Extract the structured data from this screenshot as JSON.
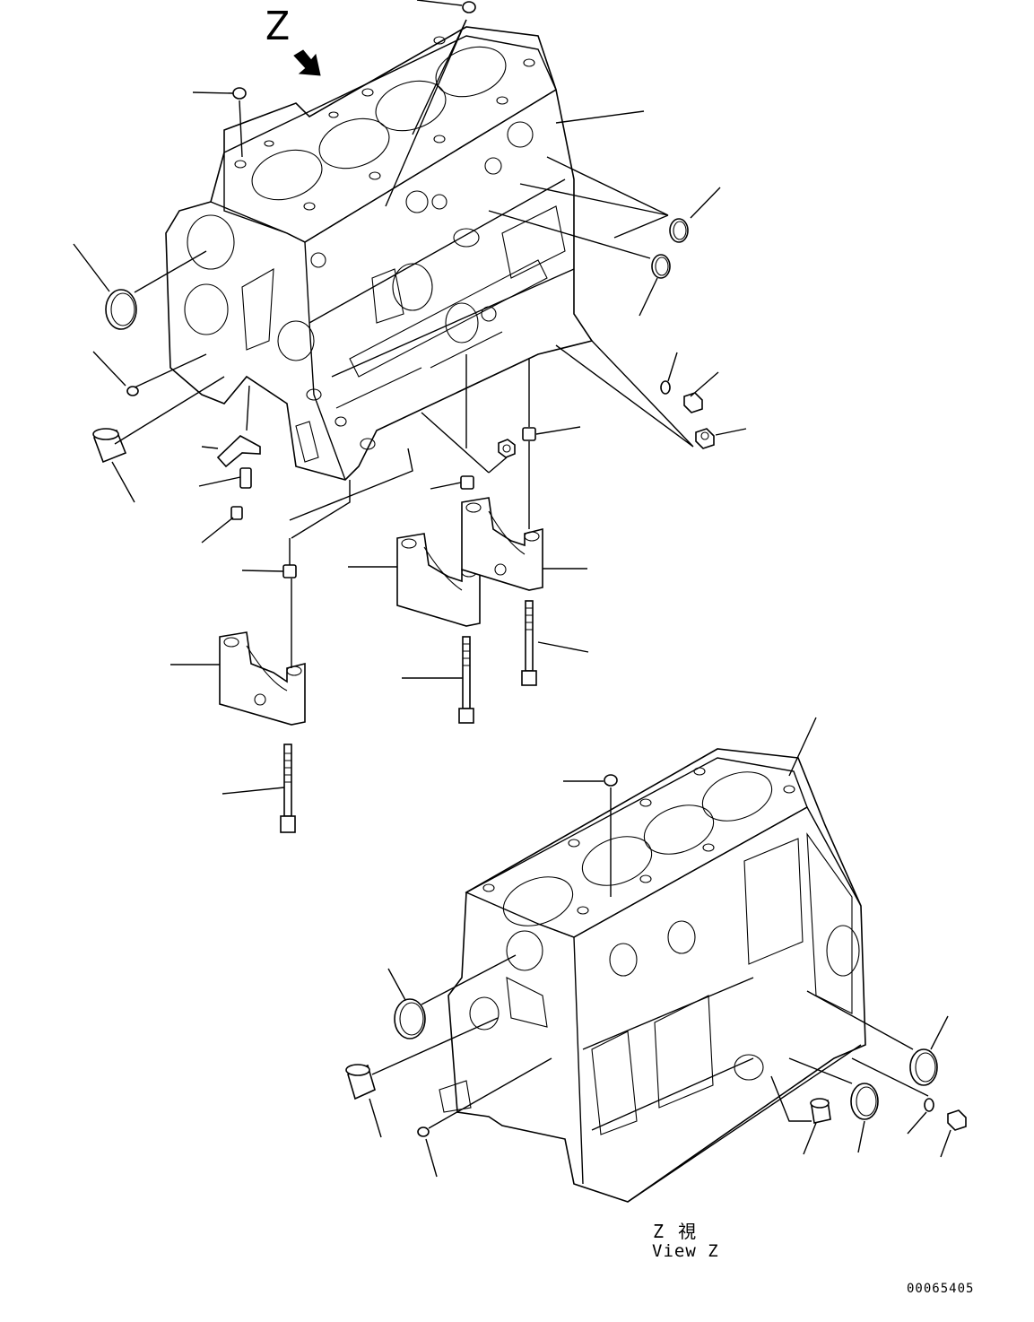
{
  "labels": {
    "view_marker": "Z",
    "view_caption_jp": "Z 視",
    "view_caption_en": "View Z",
    "drawing_number": "00065405"
  }
}
